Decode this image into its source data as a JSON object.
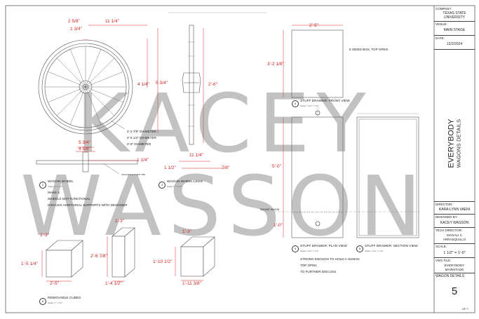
{
  "title_block": {
    "company_label": "COMPANY:",
    "company_value": "TEXAS STATE UNIVERSITY",
    "venue_label": "VENUE:",
    "venue_value": "MAIN STAGE",
    "date_label": "DATE:",
    "date_value": "12/2/2024",
    "title_main": "EVERYBODY",
    "title_sub": "WAGONS DETAILS",
    "director_label": "DIRECTOR:",
    "director_value": "KARA-LYNN VAENI",
    "designer_label": "DESIGNED BY:",
    "designer_value": "KACEY WASSON",
    "tech_director_label": "TECH DIRECTOR:",
    "tech_director_value": "MAGALI C ARRASQUILLO",
    "scale_label": "SCALE:",
    "scale_value": "1 1/2\" = 1'-0\"",
    "vwx_label": "VWX FILE:",
    "vwx_value": "EVERYBODY MAINSTAGE",
    "sheet_name": "WAGON DETAILS",
    "sheet_number": "5",
    "sheet_total": "OF 7"
  },
  "watermark": {
    "line1": "KACEY",
    "line2": "WASSON"
  },
  "wheel_view": {
    "dim_top_a": "2 5/8\"",
    "dim_top_b": "1 3/4\"",
    "dim_top_c": "11 1/4\"",
    "dim_right_a": "4 1/4\"",
    "dim_right_b": "5 3/4\"",
    "diam_1": "2'-2 7/8\" DIAMETER",
    "diam_2": "2'-5 1/4\" DIAMETER",
    "diam_3": "2'-6\" DIAMETER",
    "dim_hub_a": "5 3/4\"",
    "dim_hub_b": "4 5/8\"",
    "dim_hub_c": "1 1/4\"",
    "axle_note": "AXLE PIVOT POINT TBD",
    "view_number": "2",
    "view_title": "WAGON WHEEL",
    "view_scale": "Scale: 3\" = 1'-0\"",
    "notes": [
      "MAKE 4",
      "WHEELS NOT FUNCTIONAL",
      "DISCUSS ADDITIONAL SUPPORTS WITH DESIGNER"
    ]
  },
  "legs_view": {
    "dim_height": "2'-6\"",
    "dim_width": "11 1/4\"",
    "dim_left": "1 1/2\"",
    "dim_right": "7/8\"",
    "view_number": "3",
    "view_title": "WAGON WHEEL LEGS",
    "view_scale": "Scale: 3\" = 1'-0\""
  },
  "drawer_front": {
    "dim_width": "2'-5\"",
    "dim_height": "3'-2 1/8\"",
    "note": "5 SIDED BOX, TOP OPEN",
    "view_number": "4",
    "view_title": "STUFF DRAWER: FRONT VIEW",
    "view_scale": "Scale: 1 1/2\" = 1'-0\""
  },
  "drawer_plan": {
    "dim_height": "5'-0\"",
    "dim_bottom": "1'-0\"",
    "label": "RADIANT WAGON",
    "view_number": "4",
    "view_title": "STUFF DRAWER: PLAN VIEW",
    "view_scale": "Scale: 1 1/2\" = 1'-0\"",
    "notes": [
      "STRONG ENOUGH TO HOLD A HUMAN",
      "TOP OPEN",
      "TO FURTHER DISCUSS"
    ]
  },
  "drawer_section": {
    "view_number": "5",
    "view_title": "STUFF DRAWER: SECTION VIEW",
    "view_scale": "Scale: 1 1/2\" = 1'-0\""
  },
  "cubes_view": {
    "cube1_top": "1'-3\"",
    "cube1_side": "1'-5 1/4\"",
    "cube1_bottom": "2'-5\"",
    "cube2_top": "1'-3\"",
    "cube2_side": "2'-6 7/8\"",
    "cube2_bottom": "1'-4 1/2\"",
    "cube3_top": "1'-3\"",
    "cube3_side": "1'-10 1/2\"",
    "cube3_bottom": "1'-11 3/8\"",
    "view_number": "6",
    "view_title": "REMOVABLE CUBES",
    "view_scale": "Scale: 1\" = 1'-0\""
  }
}
